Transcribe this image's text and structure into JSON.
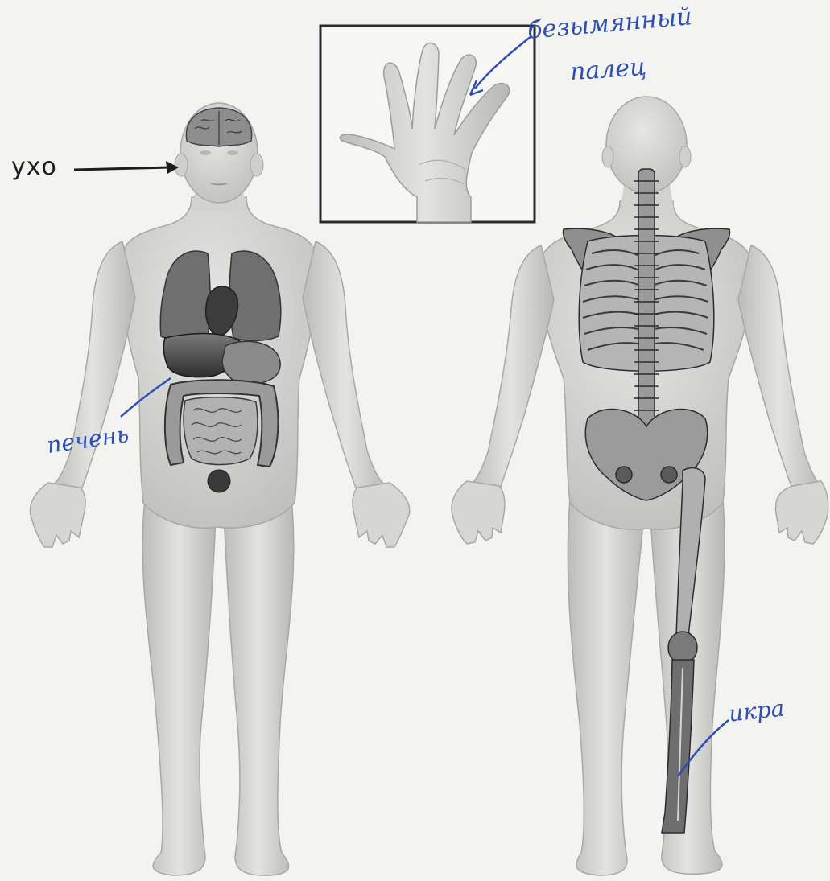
{
  "labels": {
    "ear": "ухо",
    "ring_finger_line1": "безымянный",
    "ring_finger_line2": "палец",
    "liver": "печень",
    "calf": "икра"
  },
  "colors": {
    "ink_blue": "#2e4fb0",
    "ink_black": "#1d1d1d",
    "body_fill": "#d3d3d1",
    "organ_dark": "#3a3a3a",
    "bone": "#9a9a9a",
    "paper": "#f3f3f1"
  }
}
